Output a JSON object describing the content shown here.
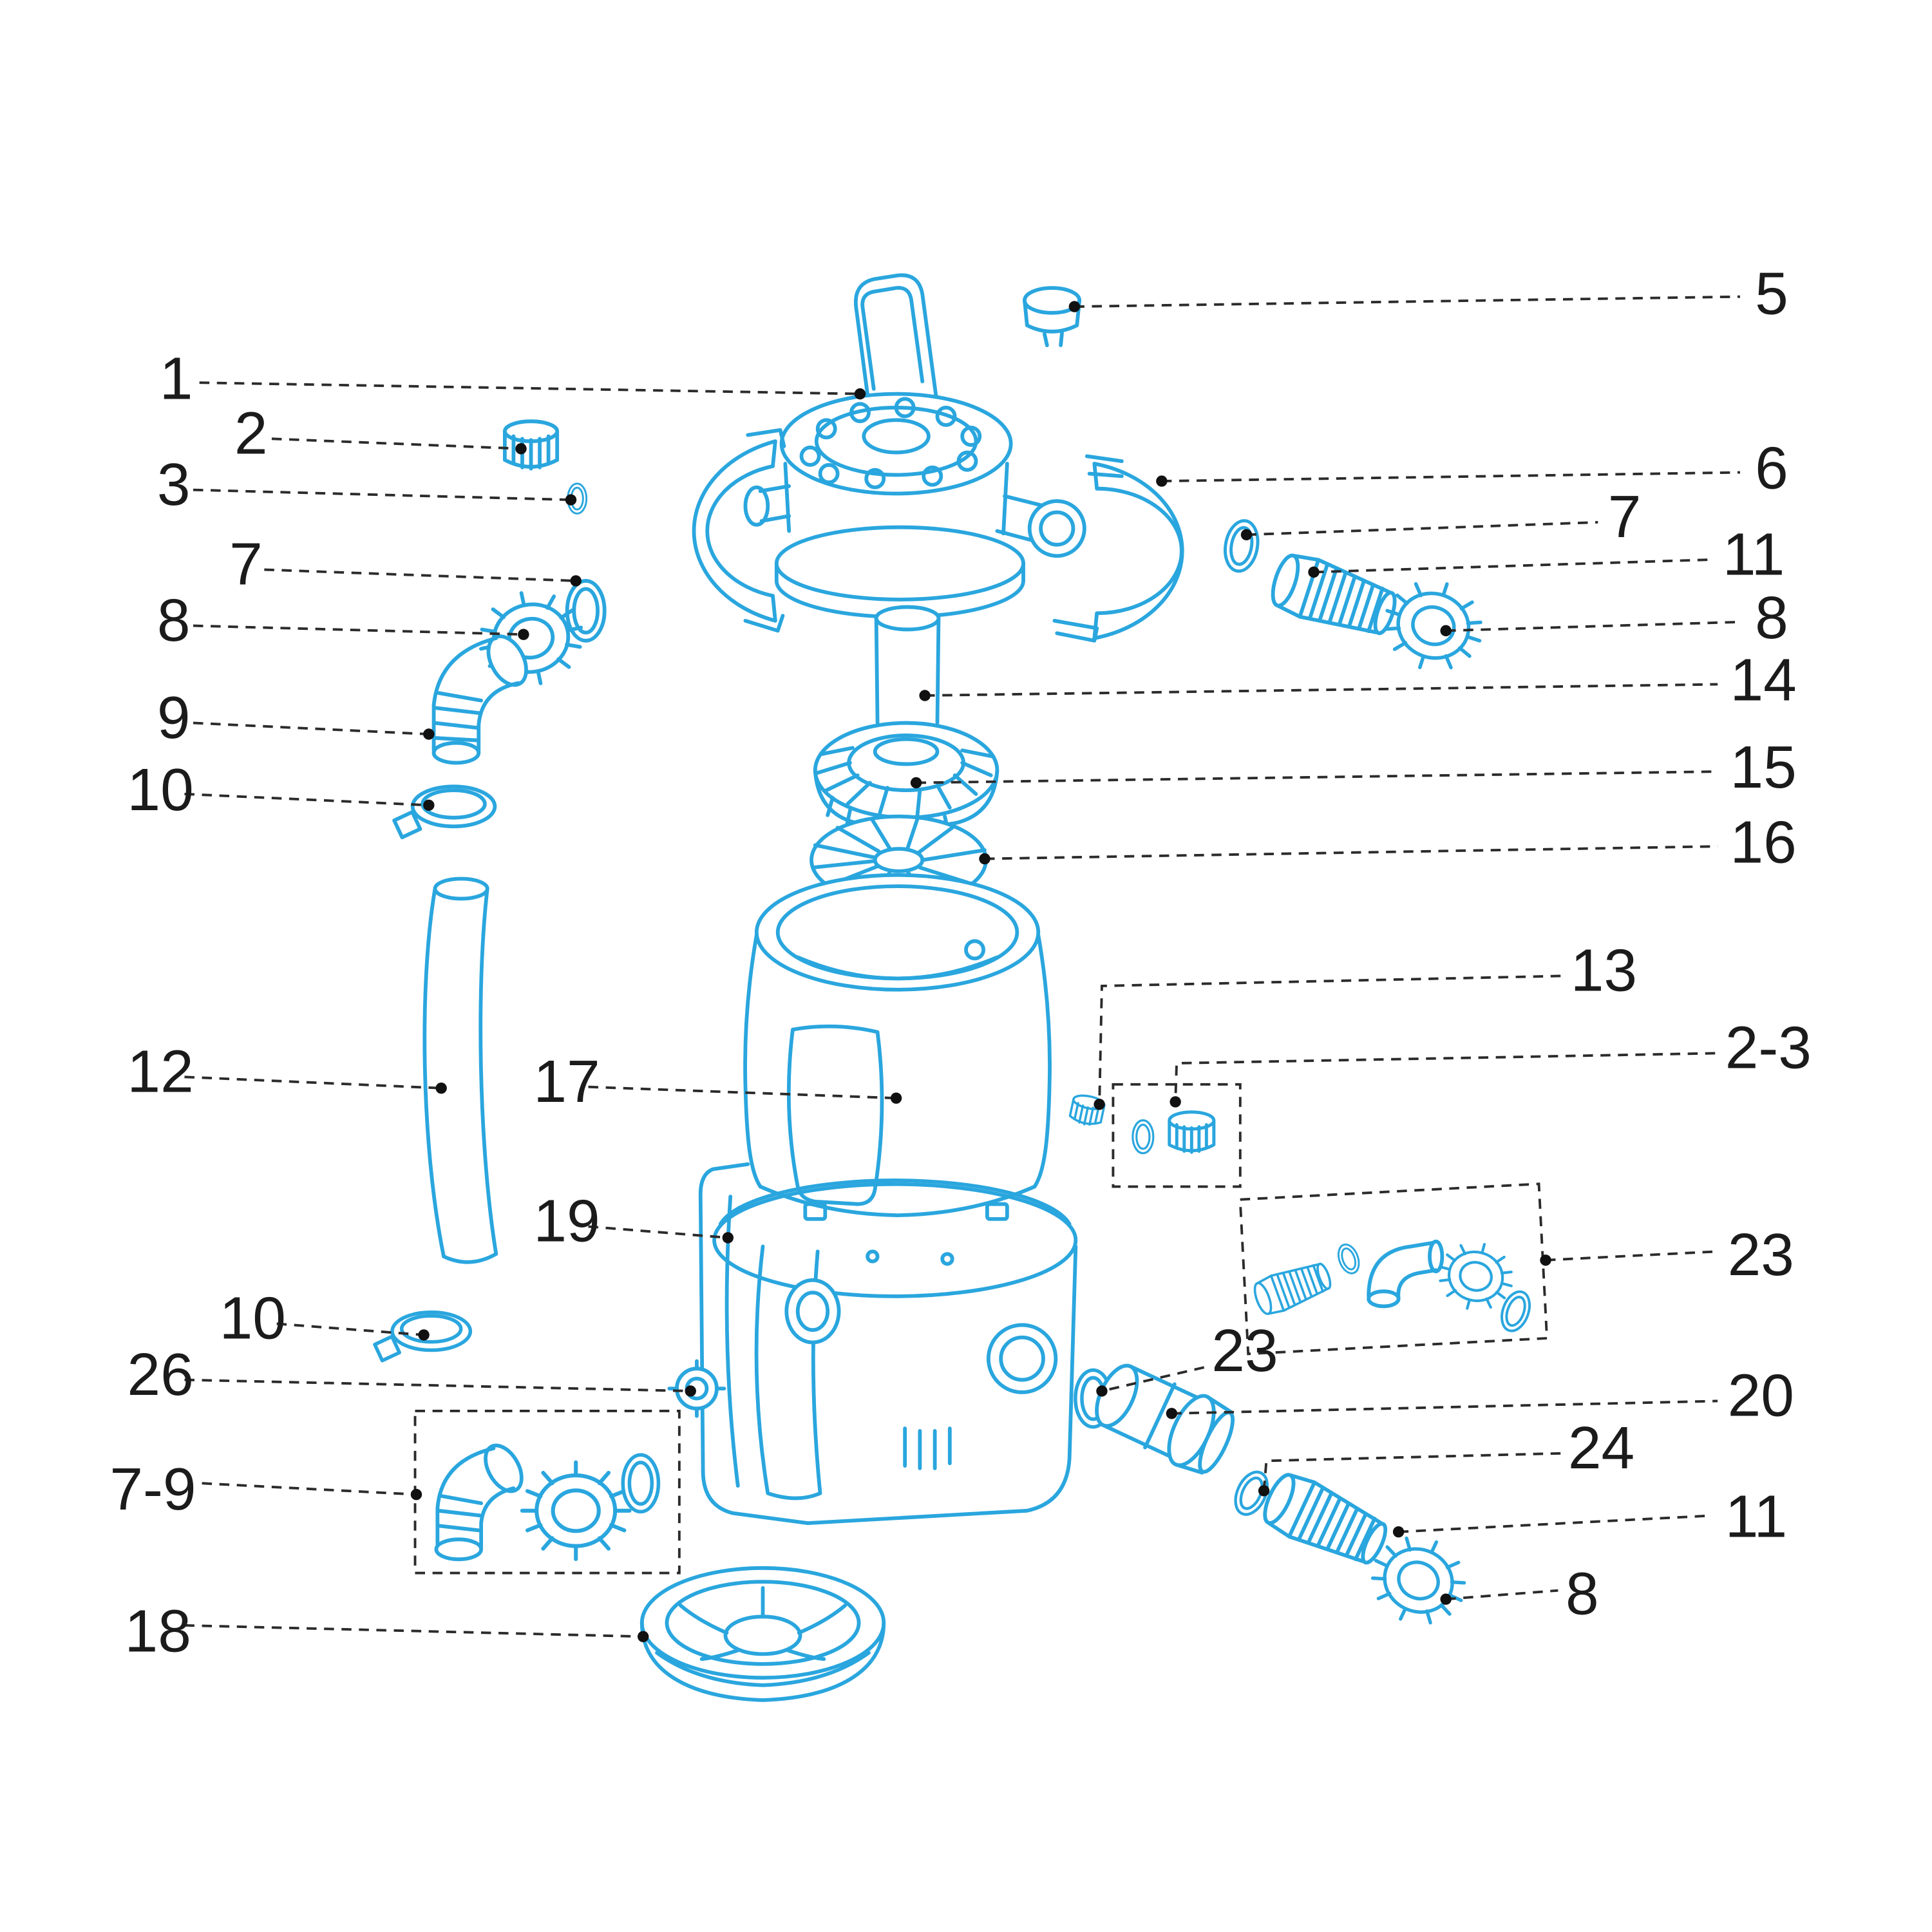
{
  "diagram": {
    "kind": "exploded-parts-diagram",
    "background_color": "#ffffff",
    "line_color": "#2aa6de",
    "callout_color": "#1b1b1b",
    "callouts": [
      {
        "ref": "5"
      },
      {
        "ref": "1"
      },
      {
        "ref": "2"
      },
      {
        "ref": "3"
      },
      {
        "ref": "6"
      },
      {
        "ref": "7"
      },
      {
        "ref": "11"
      },
      {
        "ref": "8"
      },
      {
        "ref": "7"
      },
      {
        "ref": "8"
      },
      {
        "ref": "14"
      },
      {
        "ref": "9"
      },
      {
        "ref": "15"
      },
      {
        "ref": "10"
      },
      {
        "ref": "16"
      },
      {
        "ref": "13"
      },
      {
        "ref": "2-3"
      },
      {
        "ref": "12"
      },
      {
        "ref": "17"
      },
      {
        "ref": "19"
      },
      {
        "ref": "23"
      },
      {
        "ref": "10"
      },
      {
        "ref": "26"
      },
      {
        "ref": "23"
      },
      {
        "ref": "20"
      },
      {
        "ref": "24"
      },
      {
        "ref": "7-9"
      },
      {
        "ref": "11"
      },
      {
        "ref": "8"
      },
      {
        "ref": "18"
      }
    ]
  }
}
